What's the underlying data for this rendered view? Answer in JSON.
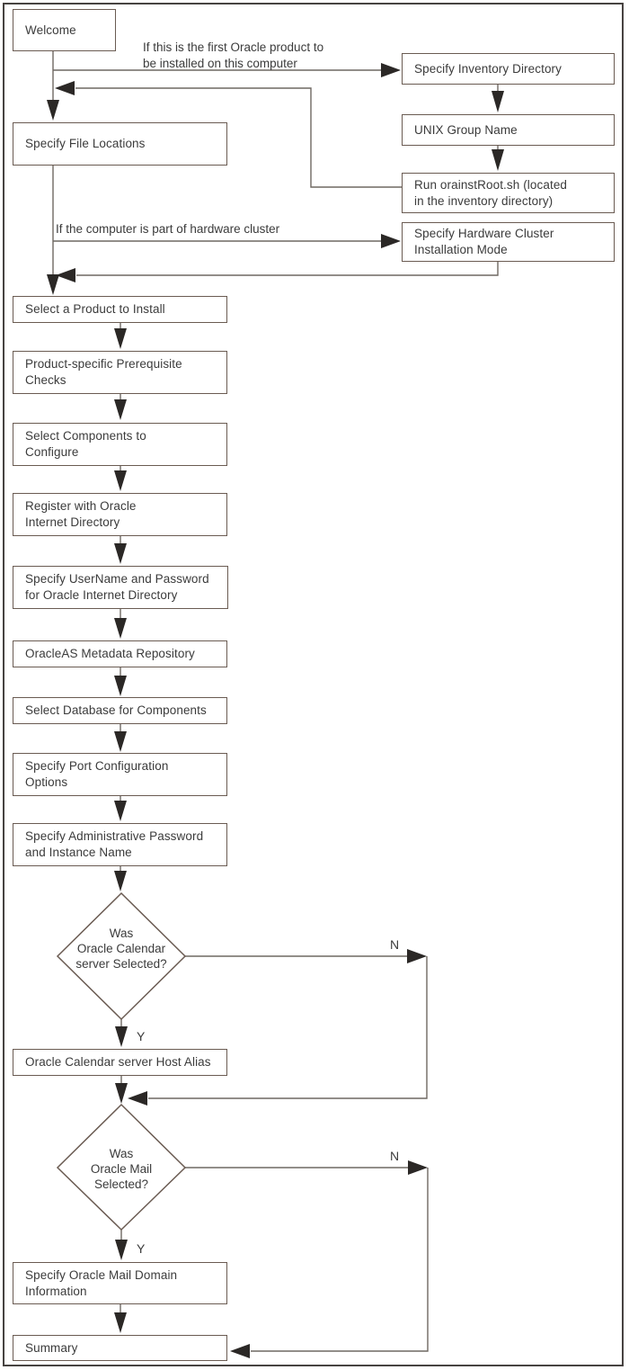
{
  "colors": {
    "background": "#ffffff",
    "box_border": "#6a5b52",
    "connector_line": "#6f6862",
    "arrowhead": "#2b2826",
    "text": "#3b3b3b",
    "outer_frame": "#474341"
  },
  "nodes": {
    "welcome": [
      "Welcome"
    ],
    "specify_file_locations": [
      "Specify File Locations"
    ],
    "specify_inventory_directory": [
      "Specify Inventory Directory"
    ],
    "unix_group_name": [
      "UNIX Group Name"
    ],
    "run_orainstroot": [
      "Run orainstRoot.sh (located",
      "in the inventory directory)"
    ],
    "specify_hardware_cluster": [
      "Specify Hardware Cluster",
      "Installation Mode"
    ],
    "select_product": [
      "Select a Product to Install"
    ],
    "prerequisite_checks": [
      "Product-specific Prerequisite",
      "Checks"
    ],
    "select_components": [
      "Select Components to",
      "Configure"
    ],
    "register_oid": [
      "Register with Oracle",
      "Internet Directory"
    ],
    "specify_username_password": [
      "Specify UserName and Password",
      "for Oracle Internet Directory"
    ],
    "metadata_repository": [
      "OracleAS Metadata Repository"
    ],
    "select_database": [
      "Select Database for Components"
    ],
    "port_configuration": [
      "Specify Port Configuration",
      "Options"
    ],
    "admin_password": [
      "Specify Administrative Password",
      "and Instance Name"
    ],
    "calendar_host_alias": [
      "Oracle Calendar server Host Alias"
    ],
    "mail_domain": [
      "Specify Oracle Mail Domain",
      "Information"
    ],
    "summary": [
      "Summary"
    ]
  },
  "decisions": {
    "calendar": [
      "Was",
      "Oracle Calendar",
      "server Selected?"
    ],
    "mail": [
      "Was",
      "Oracle Mail",
      "Selected?"
    ]
  },
  "edge_labels": {
    "first_oracle_product": [
      "If this is the first Oracle product to",
      "be installed on this computer"
    ],
    "hardware_cluster": "If the computer is part of hardware cluster",
    "calendar_no": "N",
    "calendar_yes": "Y",
    "mail_no": "N",
    "mail_yes": "Y"
  }
}
